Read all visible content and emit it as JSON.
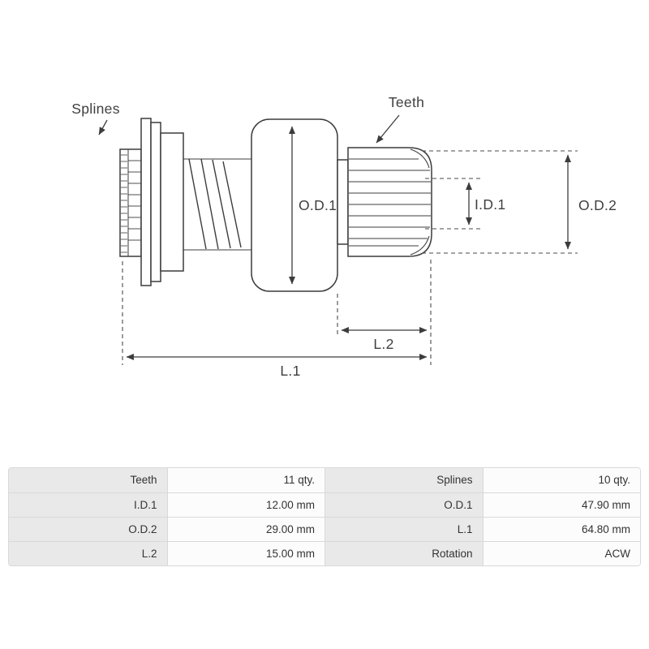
{
  "diagram": {
    "callouts": {
      "splines": "Splines",
      "teeth": "Teeth"
    },
    "dimensions": {
      "od1": "O.D.1",
      "id1": "I.D.1",
      "od2": "O.D.2",
      "l1": "L.1",
      "l2": "L.2"
    }
  },
  "spec_table": {
    "rows": [
      [
        "Teeth",
        "11 qty.",
        "Splines",
        "10 qty."
      ],
      [
        "I.D.1",
        "12.00 mm",
        "O.D.1",
        "47.90 mm"
      ],
      [
        "O.D.2",
        "29.00 mm",
        "L.1",
        "64.80 mm"
      ],
      [
        "L.2",
        "15.00 mm",
        "Rotation",
        "ACW"
      ]
    ]
  },
  "colors": {
    "table_border": "#d9d9d9",
    "table_label_bg": "#e9e9e9",
    "table_value_bg": "#fcfcfc",
    "line": "#3c3c3c",
    "text": "#3f3f3f"
  }
}
